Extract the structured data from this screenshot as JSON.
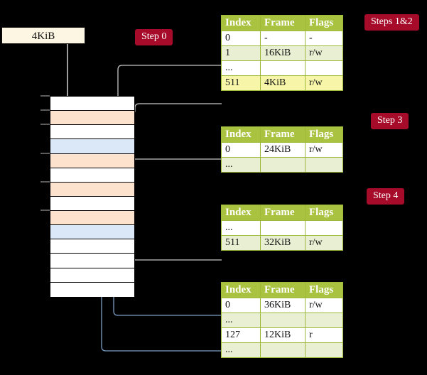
{
  "diagram": {
    "title_badges": [
      {
        "name": "step-0",
        "label": "Step 0"
      },
      {
        "name": "steps-1-2",
        "label": "Steps 1&2"
      },
      {
        "name": "step-3",
        "label": "Step 3"
      },
      {
        "name": "step-4",
        "label": "Step 4"
      }
    ],
    "page_size_box": {
      "label": "4KiB"
    },
    "colors": {
      "badge_bg": "#a70b2a",
      "header_bg": "#a9c23f",
      "row_alt_bg": "#e9efd2",
      "row_highlight_bg": "#f7f6a8",
      "frame_orange": "#fde3cd",
      "frame_blue": "#dbe8f7",
      "page_box_bg": "#fdf6e3",
      "wire_grey": "#b7b7b7",
      "wire_blue": "#7a9ec4"
    },
    "memory_rows": [
      {
        "index": 0,
        "fill": "white"
      },
      {
        "index": 1,
        "fill": "orange"
      },
      {
        "index": 2,
        "fill": "white"
      },
      {
        "index": 3,
        "fill": "blue"
      },
      {
        "index": 4,
        "fill": "orange"
      },
      {
        "index": 5,
        "fill": "white"
      },
      {
        "index": 6,
        "fill": "orange"
      },
      {
        "index": 7,
        "fill": "white"
      },
      {
        "index": 8,
        "fill": "orange"
      },
      {
        "index": 9,
        "fill": "blue"
      },
      {
        "index": 10,
        "fill": "white"
      },
      {
        "index": 11,
        "fill": "white"
      },
      {
        "index": 12,
        "fill": "white"
      },
      {
        "index": 13,
        "fill": "white"
      }
    ],
    "tables": [
      {
        "name": "page-table-level-4",
        "columns": [
          "Index",
          "Frame",
          "Flags"
        ],
        "rows": [
          {
            "index": "0",
            "frame": "-",
            "flags": "-",
            "style": "plain"
          },
          {
            "index": "1",
            "frame": "16KiB",
            "flags": "r/w",
            "style": "alt"
          },
          {
            "index": "...",
            "frame": "",
            "flags": "",
            "style": "plain"
          },
          {
            "index": "511",
            "frame": "4KiB",
            "flags": "r/w",
            "style": "hl"
          }
        ]
      },
      {
        "name": "page-table-level-3",
        "columns": [
          "Index",
          "Frame",
          "Flags"
        ],
        "rows": [
          {
            "index": "0",
            "frame": "24KiB",
            "flags": "r/w",
            "style": "plain"
          },
          {
            "index": "...",
            "frame": "",
            "flags": "",
            "style": "alt"
          }
        ]
      },
      {
        "name": "page-table-level-2",
        "columns": [
          "Index",
          "Frame",
          "Flags"
        ],
        "rows": [
          {
            "index": "...",
            "frame": "",
            "flags": "",
            "style": "plain"
          },
          {
            "index": "511",
            "frame": "32KiB",
            "flags": "r/w",
            "style": "alt"
          }
        ]
      },
      {
        "name": "page-table-level-1",
        "columns": [
          "Index",
          "Frame",
          "Flags"
        ],
        "rows": [
          {
            "index": "0",
            "frame": "36KiB",
            "flags": "r/w",
            "style": "plain"
          },
          {
            "index": "...",
            "frame": "",
            "flags": "",
            "style": "alt"
          },
          {
            "index": "127",
            "frame": "12KiB",
            "flags": "r",
            "style": "plain"
          },
          {
            "index": "...",
            "frame": "",
            "flags": "",
            "style": "alt"
          }
        ]
      }
    ]
  }
}
